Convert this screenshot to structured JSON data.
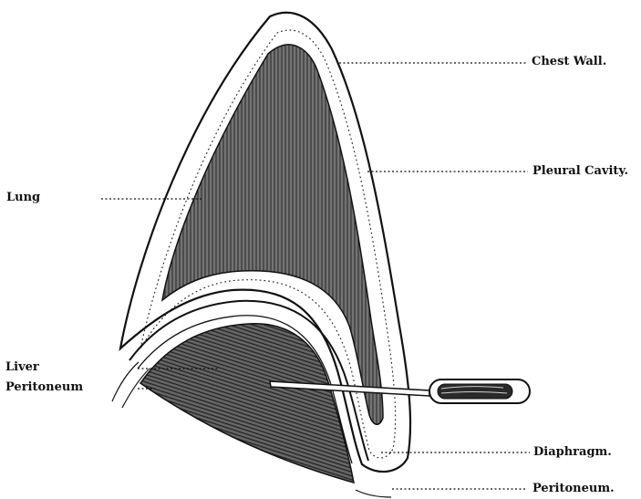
{
  "diagram": {
    "labels": {
      "chest_wall": "Chest Wall.",
      "pleural_cavity": "Pleural Cavity.",
      "lung": "Lung",
      "liver": "Liver",
      "peritoneum_left": "Peritoneum",
      "diaphragm": "Diaphragm.",
      "peritoneum_right": "Peritoneum."
    },
    "colors": {
      "ink": "#111111",
      "paper": "#ffffff",
      "lung_fill": "#5e5e5e",
      "liver_fill": "#4f4f4f"
    }
  }
}
